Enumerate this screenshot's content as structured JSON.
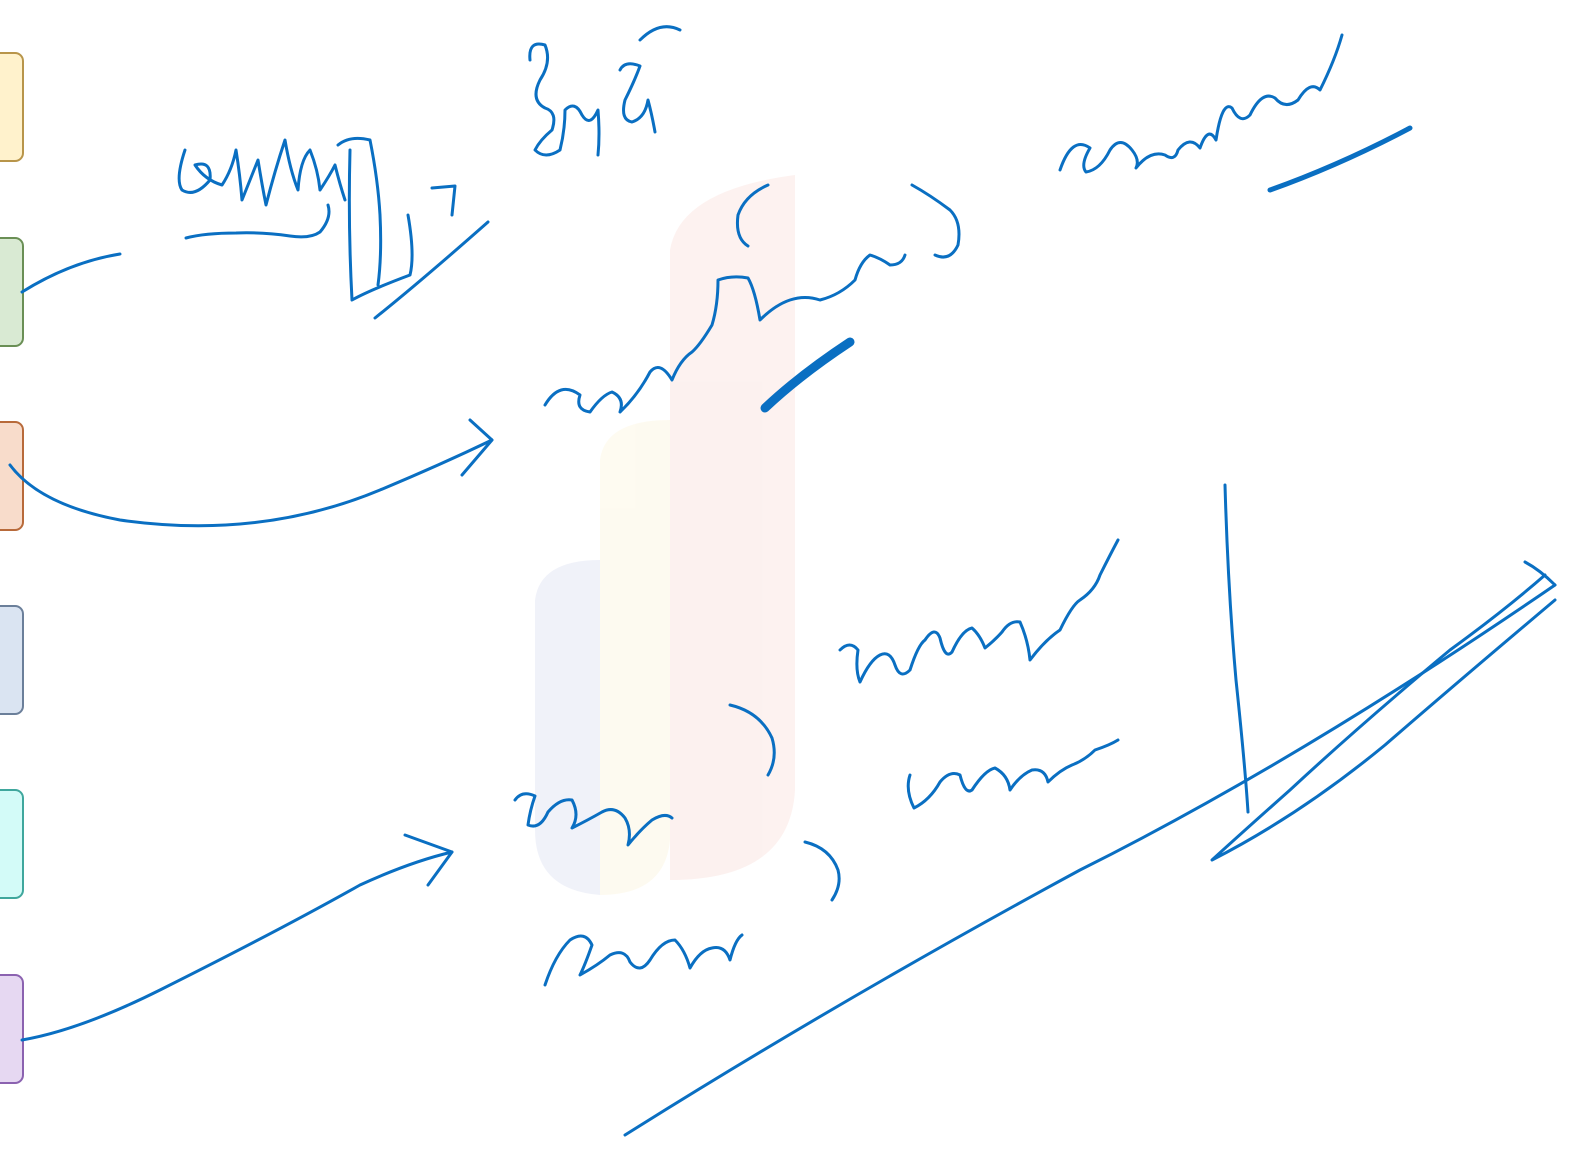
{
  "palette": {
    "tabs": [
      {
        "name": "yellow",
        "fill": "#fff2cc",
        "stroke": "#b8954a"
      },
      {
        "name": "green",
        "fill": "#d9ead3",
        "stroke": "#6a8f55"
      },
      {
        "name": "orange",
        "fill": "#f8dccb",
        "stroke": "#b86a3a"
      },
      {
        "name": "blue",
        "fill": "#dae4f2",
        "stroke": "#6b7f9a"
      },
      {
        "name": "cyan",
        "fill": "#d3fbf8",
        "stroke": "#3fa79d"
      },
      {
        "name": "purple",
        "fill": "#e6d8f2",
        "stroke": "#8b62b0"
      }
    ]
  },
  "ink": {
    "color": "#0a6fc2"
  },
  "watermark": {
    "colors": [
      "#d7dbef",
      "#fbf3d6",
      "#f8d9d3"
    ]
  }
}
